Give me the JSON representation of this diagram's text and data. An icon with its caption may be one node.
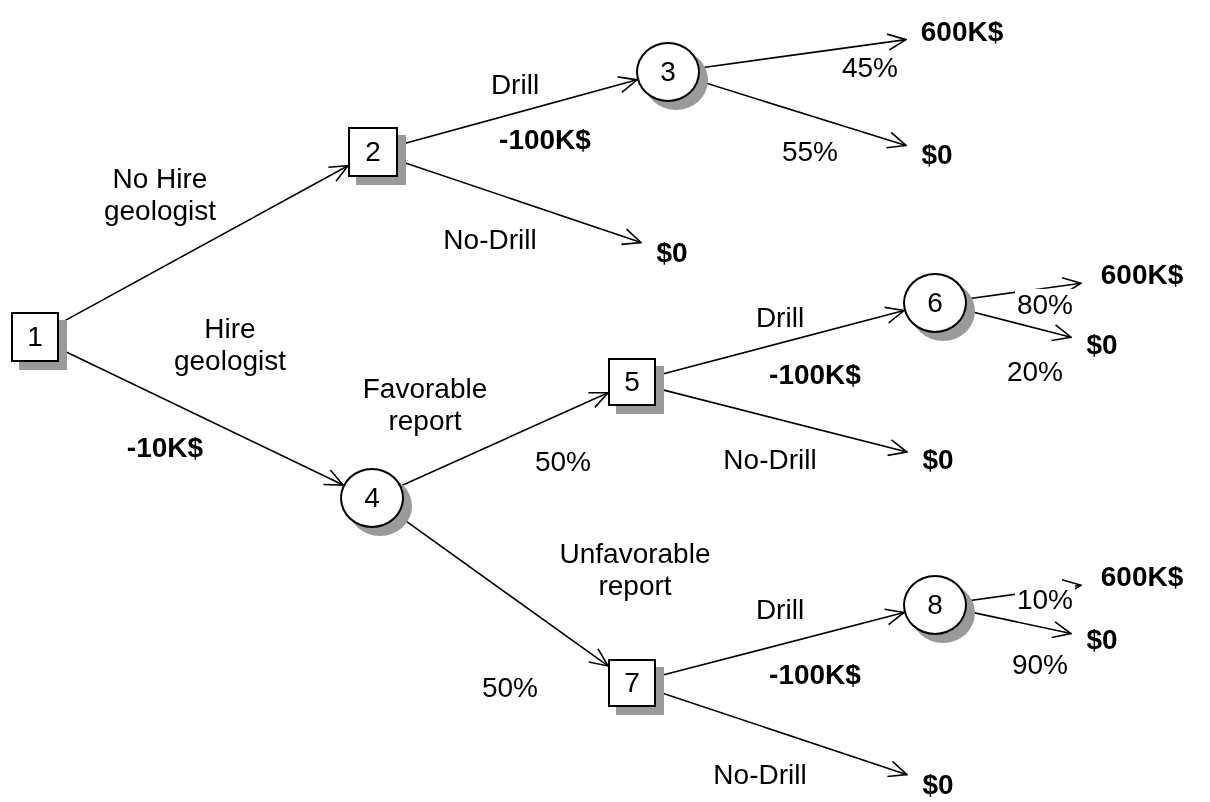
{
  "diagram": {
    "nodes": [
      {
        "text": [
          "1"
        ]
      },
      {
        "text": [
          "2"
        ]
      },
      {
        "text": [
          "3"
        ]
      },
      {
        "text": [
          "600K$"
        ]
      },
      {
        "text": [
          "$0"
        ]
      },
      {
        "text": [
          "$0"
        ]
      },
      {
        "text": [
          "4"
        ]
      },
      {
        "text": [
          "5"
        ]
      },
      {
        "text": [
          "6"
        ]
      },
      {
        "text": [
          "600K$"
        ]
      },
      {
        "text": [
          "$0"
        ]
      },
      {
        "text": [
          "$0"
        ]
      },
      {
        "text": [
          "7"
        ]
      },
      {
        "text": [
          "8"
        ]
      },
      {
        "text": [
          "600K$"
        ]
      },
      {
        "text": [
          "$0"
        ]
      },
      {
        "text": [
          "$0"
        ]
      }
    ],
    "edges": [
      {
        "from": 0,
        "to": 1,
        "arrow": "to",
        "label": "No Hire geologist"
      },
      {
        "from": 0,
        "to": 6,
        "arrow": "to",
        "label": "Hire geologist"
      },
      {
        "from": 1,
        "to": 2,
        "arrow": "to",
        "label": "Drill"
      },
      {
        "from": 1,
        "to": 5,
        "arrow": "to",
        "label": "No-Drill"
      },
      {
        "from": 2,
        "to": 3,
        "arrow": "to",
        "label": "45%"
      },
      {
        "from": 2,
        "to": 4,
        "arrow": "to",
        "label": "55%"
      },
      {
        "from": 6,
        "to": 7,
        "arrow": "to",
        "label": "Favorable report"
      },
      {
        "from": 6,
        "to": 12,
        "arrow": "to",
        "label": "Unfavorable report"
      },
      {
        "from": 7,
        "to": 8,
        "arrow": "to",
        "label": "Drill"
      },
      {
        "from": 7,
        "to": 11,
        "arrow": "to",
        "label": "No-Drill"
      },
      {
        "from": 8,
        "to": 9,
        "arrow": "to",
        "label": "80%"
      },
      {
        "from": 8,
        "to": 10,
        "arrow": "to",
        "label": "20%"
      },
      {
        "from": 12,
        "to": 13,
        "arrow": "to",
        "label": "Drill"
      },
      {
        "from": 12,
        "to": 16,
        "arrow": "to",
        "label": "No-Drill"
      },
      {
        "from": 13,
        "to": 14,
        "arrow": "to",
        "label": "10%"
      },
      {
        "from": 13,
        "to": 15,
        "arrow": "to",
        "label": "90%"
      }
    ],
    "labels": [
      "-100K$",
      "-100K$",
      "-10K$",
      "50%",
      "-100K$",
      "50%"
    ]
  }
}
